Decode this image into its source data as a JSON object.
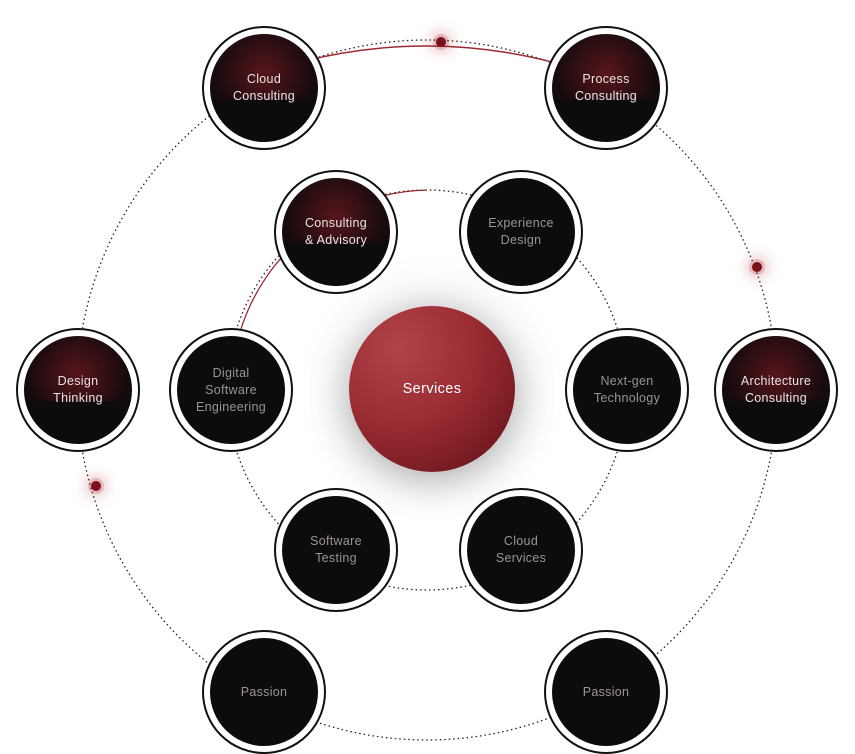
{
  "center": {
    "label": "Services"
  },
  "inner_nodes": [
    {
      "id": "consulting-advisory",
      "label": "Consulting\n& Advisory",
      "highlight": true
    },
    {
      "id": "experience-design",
      "label": "Experience\nDesign",
      "highlight": false
    },
    {
      "id": "next-gen-technology",
      "label": "Next-gen\nTechnology",
      "highlight": false
    },
    {
      "id": "cloud-services",
      "label": "Cloud\nServices",
      "highlight": false
    },
    {
      "id": "software-testing",
      "label": "Software\nTesting",
      "highlight": false
    },
    {
      "id": "digital-software-engineering",
      "label": "Digital\nSoftware\nEngineering",
      "highlight": false
    }
  ],
  "outer_nodes": [
    {
      "id": "cloud-consulting",
      "label": "Cloud\nConsulting",
      "highlight": true
    },
    {
      "id": "process-consulting",
      "label": "Process\nConsulting",
      "highlight": true
    },
    {
      "id": "architecture-consulting",
      "label": "Architecture\nConsulting",
      "highlight": true
    },
    {
      "id": "passion-right",
      "label": "Passion",
      "highlight": false
    },
    {
      "id": "passion-left",
      "label": "Passion",
      "highlight": false
    },
    {
      "id": "design-thinking",
      "label": "Design\nThinking",
      "highlight": true
    }
  ],
  "colors": {
    "accent": "#9a2c33",
    "node_fill": "#0d0b0c",
    "node_ring": "#111111",
    "dotted_line": "#222222",
    "highlight_line": "#9b2a32"
  }
}
